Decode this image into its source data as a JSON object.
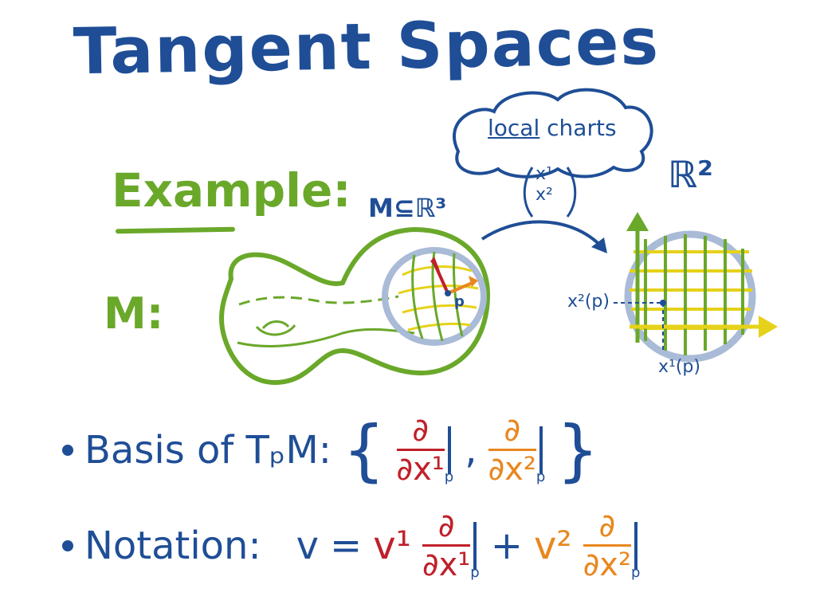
{
  "title": "Tangent Spaces",
  "example_label": "Example:",
  "manifold_label": "M:",
  "manifold_embed": "M⊆ℝ³",
  "cloud": {
    "line1_a": "local",
    "line1_b": "charts",
    "coord1": "x¹",
    "coord2": "x²"
  },
  "target_space": "ℝ²",
  "axis_labels": {
    "x2p": "x²(p)",
    "x1p": "x¹(p)"
  },
  "point_label": "p",
  "basis": {
    "prefix": "Basis of TₚM:",
    "open_brace": "{",
    "close_brace": "}",
    "num": "∂",
    "den1": "∂x¹",
    "den2": "∂x²",
    "sub": "p",
    "comma": ","
  },
  "notation": {
    "prefix": "Notation:",
    "lhs": "v",
    "eq": "=",
    "coef1": "v¹",
    "coef2": "v²",
    "num": "∂",
    "den1": "∂x¹",
    "den2": "∂x²",
    "plus": "+",
    "sub": "p"
  },
  "colors": {
    "blue": "#1f4e96",
    "green": "#6aa82a",
    "yellow": "#e6d21a",
    "grey_blue": "#a9bbd6",
    "red": "#c0202a",
    "orange": "#e8871e"
  }
}
